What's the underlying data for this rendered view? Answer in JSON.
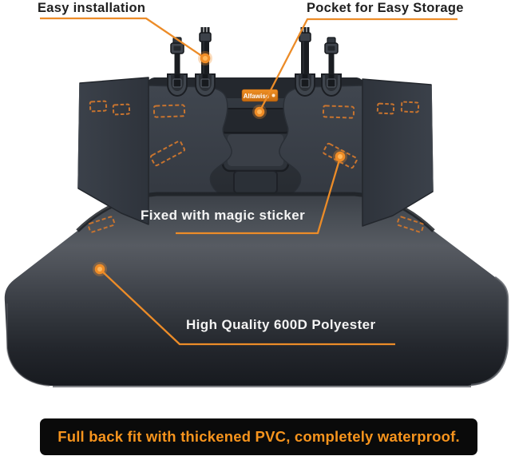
{
  "product": {
    "name": "car bench seat cover illustration",
    "brand_tag": "Alfawise"
  },
  "callouts": {
    "easy_installation": "Easy installation",
    "pocket_storage": "Pocket for Easy Storage",
    "magic_sticker": "Fixed with magic sticker",
    "polyester": "High Quality 600D Polyester"
  },
  "banner": {
    "text": "Full back fit with thickened PVC, completely waterproof."
  },
  "colors": {
    "accent_orange": "#ec8c28",
    "velcro_dash_orange": "#c8742f",
    "banner_bg": "#0a0a0a",
    "banner_text": "#f7941d",
    "label_dark": "#1f1f1f",
    "label_light": "#f4f4f4",
    "fabric_dark": "#31363e",
    "fabric_light": "#575b62",
    "background": "#ffffff"
  }
}
